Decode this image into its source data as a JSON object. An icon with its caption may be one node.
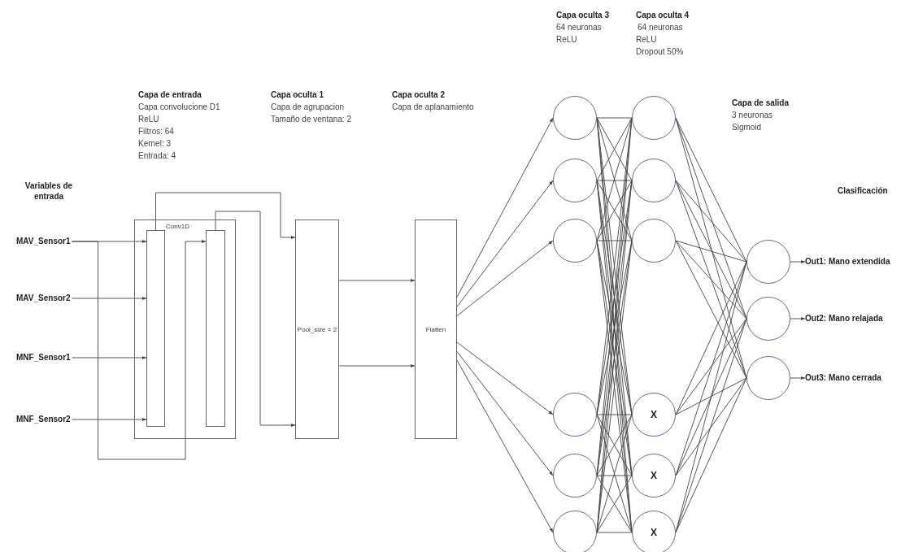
{
  "diagram": {
    "nodes": [
      {
        "text": [
          "MAV_Sensor1"
        ]
      },
      {
        "text": [
          "MAV_Sensor2"
        ]
      },
      {
        "text": [
          "MNF_Sensor1"
        ]
      },
      {
        "text": [
          "MNF_Sensor2"
        ]
      },
      {
        "text": [
          "Conv1D"
        ]
      },
      {
        "text": [],
        "shape": "bar",
        "in": 4
      },
      {
        "text": [],
        "shape": "bar",
        "in": 4
      },
      {
        "text": [
          "Pool_size = 2"
        ]
      },
      {
        "text": [
          "Flatten"
        ]
      },
      {
        "text": [],
        "shape": "circle"
      },
      {
        "text": [],
        "shape": "circle"
      },
      {
        "text": [],
        "shape": "circle"
      },
      {
        "text": [],
        "shape": "circle"
      },
      {
        "text": [],
        "shape": "circle"
      },
      {
        "text": [],
        "shape": "circle"
      },
      {
        "text": [],
        "shape": "circle"
      },
      {
        "text": [],
        "shape": "circle"
      },
      {
        "text": [],
        "shape": "circle"
      },
      {
        "text": [
          "X"
        ]
      },
      {
        "text": [
          "X"
        ]
      },
      {
        "text": [
          "X"
        ]
      },
      {
        "text": [],
        "shape": "circle"
      },
      {
        "text": [],
        "shape": "circle"
      },
      {
        "text": [],
        "shape": "circle"
      },
      {
        "text": [
          "Out1: Mano extendida"
        ]
      },
      {
        "text": [
          "Out2: Mano relajada"
        ]
      },
      {
        "text": [
          "Out3: Mano cerrada"
        ]
      }
    ],
    "edges": [
      {
        "from": 0,
        "to": 5,
        "arrow": "to"
      },
      {
        "from": 1,
        "to": 5,
        "arrow": "to"
      },
      {
        "from": 2,
        "to": 5,
        "arrow": "to"
      },
      {
        "from": 3,
        "to": 5,
        "arrow": "to"
      },
      {
        "from": 0,
        "to": 6,
        "arrow": "to"
      },
      {
        "from": 5,
        "to": 7,
        "arrow": "to"
      },
      {
        "from": 6,
        "to": 7,
        "arrow": "to"
      },
      {
        "from": 7,
        "to": 8,
        "arrow": "to"
      },
      {
        "from": 7,
        "to": 8,
        "arrow": "to"
      },
      {
        "from": 8,
        "to": 9,
        "arrow": "to"
      },
      {
        "from": 8,
        "to": 10,
        "arrow": "to"
      },
      {
        "from": 8,
        "to": 11,
        "arrow": "to"
      },
      {
        "from": 8,
        "to": 12,
        "arrow": "to"
      },
      {
        "from": 8,
        "to": 13,
        "arrow": "to"
      },
      {
        "from": 8,
        "to": 14,
        "arrow": "to"
      },
      {
        "from": 9,
        "to": 15,
        "arrow": "none"
      },
      {
        "from": 9,
        "to": 16,
        "arrow": "none"
      },
      {
        "from": 9,
        "to": 17,
        "arrow": "none"
      },
      {
        "from": 9,
        "to": 18,
        "arrow": "none"
      },
      {
        "from": 9,
        "to": 19,
        "arrow": "none"
      },
      {
        "from": 9,
        "to": 20,
        "arrow": "none"
      },
      {
        "from": 10,
        "to": 15,
        "arrow": "none"
      },
      {
        "from": 10,
        "to": 16,
        "arrow": "none"
      },
      {
        "from": 10,
        "to": 17,
        "arrow": "none"
      },
      {
        "from": 10,
        "to": 18,
        "arrow": "none"
      },
      {
        "from": 10,
        "to": 19,
        "arrow": "none"
      },
      {
        "from": 10,
        "to": 20,
        "arrow": "none"
      },
      {
        "from": 11,
        "to": 15,
        "arrow": "none"
      },
      {
        "from": 11,
        "to": 16,
        "arrow": "none"
      },
      {
        "from": 11,
        "to": 17,
        "arrow": "none"
      },
      {
        "from": 11,
        "to": 18,
        "arrow": "none"
      },
      {
        "from": 11,
        "to": 19,
        "arrow": "none"
      },
      {
        "from": 11,
        "to": 20,
        "arrow": "none"
      },
      {
        "from": 12,
        "to": 15,
        "arrow": "none"
      },
      {
        "from": 12,
        "to": 16,
        "arrow": "none"
      },
      {
        "from": 12,
        "to": 17,
        "arrow": "none"
      },
      {
        "from": 12,
        "to": 18,
        "arrow": "none"
      },
      {
        "from": 12,
        "to": 19,
        "arrow": "none"
      },
      {
        "from": 12,
        "to": 20,
        "arrow": "none"
      },
      {
        "from": 13,
        "to": 15,
        "arrow": "none"
      },
      {
        "from": 13,
        "to": 16,
        "arrow": "none"
      },
      {
        "from": 13,
        "to": 17,
        "arrow": "none"
      },
      {
        "from": 13,
        "to": 18,
        "arrow": "none"
      },
      {
        "from": 13,
        "to": 19,
        "arrow": "none"
      },
      {
        "from": 13,
        "to": 20,
        "arrow": "none"
      },
      {
        "from": 14,
        "to": 15,
        "arrow": "none"
      },
      {
        "from": 14,
        "to": 16,
        "arrow": "none"
      },
      {
        "from": 14,
        "to": 17,
        "arrow": "none"
      },
      {
        "from": 14,
        "to": 18,
        "arrow": "none"
      },
      {
        "from": 14,
        "to": 19,
        "arrow": "none"
      },
      {
        "from": 14,
        "to": 20,
        "arrow": "none"
      },
      {
        "from": 15,
        "to": 21,
        "arrow": "none"
      },
      {
        "from": 15,
        "to": 22,
        "arrow": "none"
      },
      {
        "from": 15,
        "to": 23,
        "arrow": "none"
      },
      {
        "from": 16,
        "to": 21,
        "arrow": "none"
      },
      {
        "from": 16,
        "to": 22,
        "arrow": "none"
      },
      {
        "from": 16,
        "to": 23,
        "arrow": "none"
      },
      {
        "from": 17,
        "to": 21,
        "arrow": "none"
      },
      {
        "from": 17,
        "to": 22,
        "arrow": "none"
      },
      {
        "from": 17,
        "to": 23,
        "arrow": "none"
      },
      {
        "from": 18,
        "to": 21,
        "arrow": "none"
      },
      {
        "from": 18,
        "to": 22,
        "arrow": "none"
      },
      {
        "from": 18,
        "to": 23,
        "arrow": "none"
      },
      {
        "from": 19,
        "to": 21,
        "arrow": "none"
      },
      {
        "from": 19,
        "to": 22,
        "arrow": "none"
      },
      {
        "from": 19,
        "to": 23,
        "arrow": "none"
      },
      {
        "from": 20,
        "to": 21,
        "arrow": "none"
      },
      {
        "from": 20,
        "to": 22,
        "arrow": "none"
      },
      {
        "from": 20,
        "to": 23,
        "arrow": "none"
      },
      {
        "from": 21,
        "to": 24,
        "arrow": "to"
      },
      {
        "from": 22,
        "to": 25,
        "arrow": "to"
      },
      {
        "from": 23,
        "to": 26,
        "arrow": "to"
      }
    ],
    "labels": [
      "Variables de entrada",
      "Capa de entrada",
      "Capa convolucione D1",
      "ReLU",
      "Filtros: 64",
      "Kernel: 3",
      "Entrada: 4",
      "Capa oculta 1",
      "Capa de agrupacion",
      "Tamaño de ventana: 2",
      "Capa oculta 2",
      "Capa de aplanamiento",
      "Capa oculta 3",
      "64 neuronas",
      "ReLU",
      "Capa oculta 4",
      "64 neuronas",
      "ReLU",
      "Dropout 50%",
      "Capa de salida",
      "3 neuronas",
      "Sigmoid",
      "Clasificación"
    ]
  }
}
